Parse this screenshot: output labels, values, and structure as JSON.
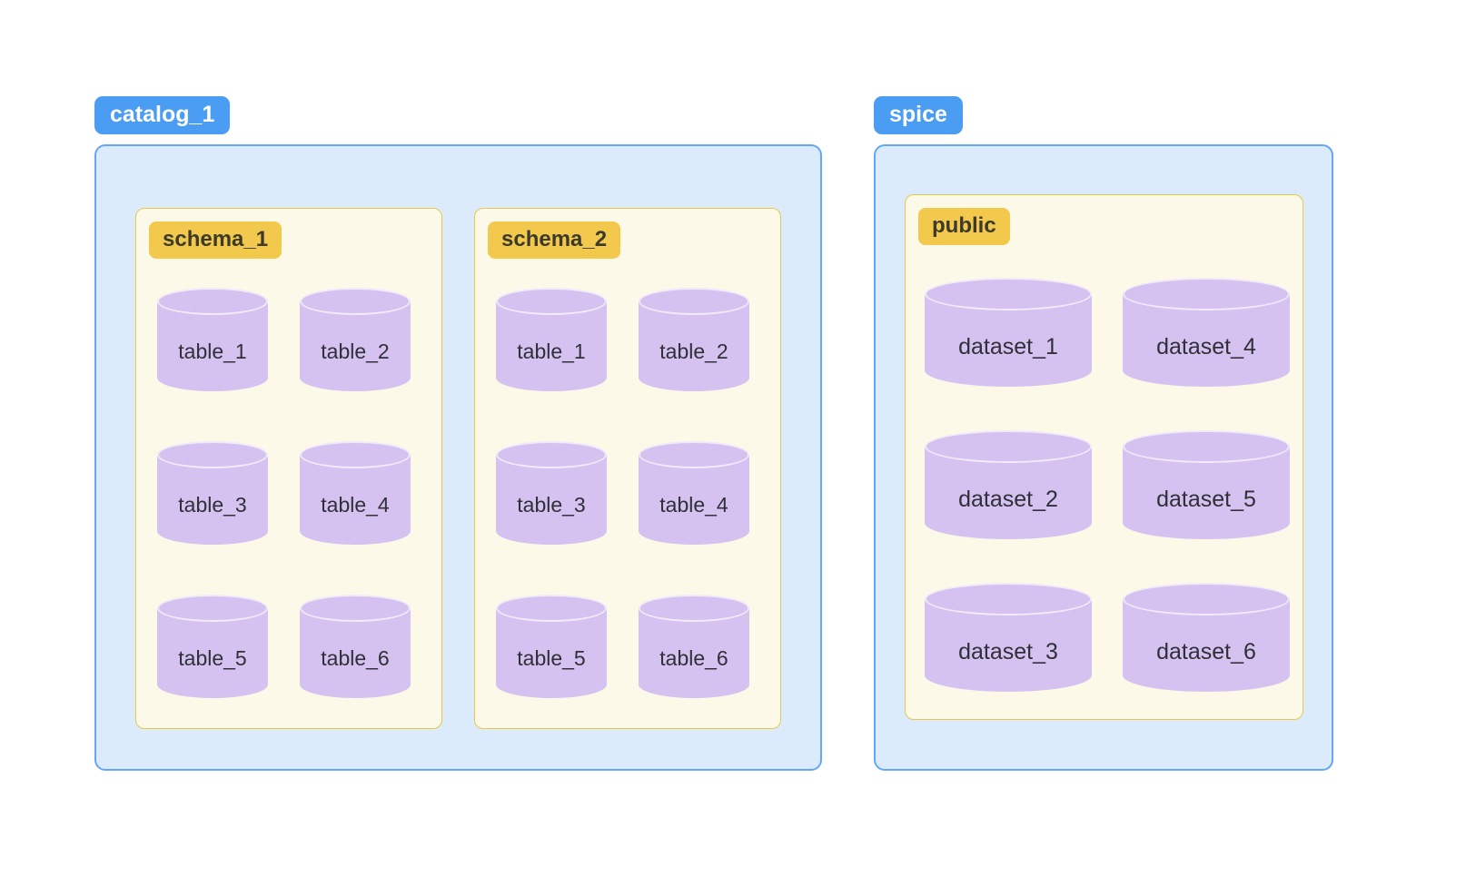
{
  "diagram": {
    "catalogs": [
      {
        "label": "catalog_1",
        "schemas": [
          {
            "label": "schema_1",
            "items": [
              "table_1",
              "table_2",
              "table_3",
              "table_4",
              "table_5",
              "table_6"
            ]
          },
          {
            "label": "schema_2",
            "items": [
              "table_1",
              "table_2",
              "table_3",
              "table_4",
              "table_5",
              "table_6"
            ]
          }
        ]
      },
      {
        "label": "spice",
        "schemas": [
          {
            "label": "public",
            "items": [
              "dataset_1",
              "dataset_4",
              "dataset_2",
              "dataset_5",
              "dataset_3",
              "dataset_6"
            ]
          }
        ]
      }
    ],
    "colors": {
      "catalog_badge_bg": "#4a9df3",
      "catalog_badge_text": "#ffffff",
      "catalog_bg": "#dcebfc",
      "catalog_border": "#64a7f6",
      "schema_badge_bg": "#f2c94c",
      "schema_bg": "#fdf9e9",
      "schema_border": "#e7c84a",
      "cylinder_fill": "#d6c2f0",
      "label_text": "#2f3038"
    }
  }
}
